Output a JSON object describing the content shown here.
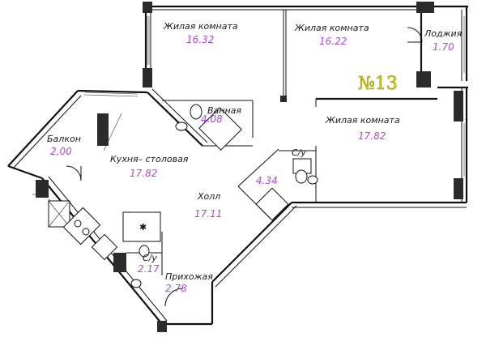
{
  "plan": {
    "apartment_number": "№13",
    "rooms": [
      {
        "name": "Жилая комната",
        "area": "16.32"
      },
      {
        "name": "Жилая комната",
        "area": "16.22"
      },
      {
        "name": "Лоджия",
        "area": "1.70"
      },
      {
        "name": "Ванная",
        "area": "4.08"
      },
      {
        "name": "Жилая комната",
        "area": "17.82"
      },
      {
        "name": "Балкон",
        "area": "2,00"
      },
      {
        "name": "Кухня– столовая",
        "area": "17.82"
      },
      {
        "name": "Холл",
        "area": "17.11"
      },
      {
        "name": "С/у",
        "area": "4.34"
      },
      {
        "name": "С/у",
        "area": "2.17"
      },
      {
        "name": "Прихожая",
        "area": "2.78"
      }
    ]
  }
}
